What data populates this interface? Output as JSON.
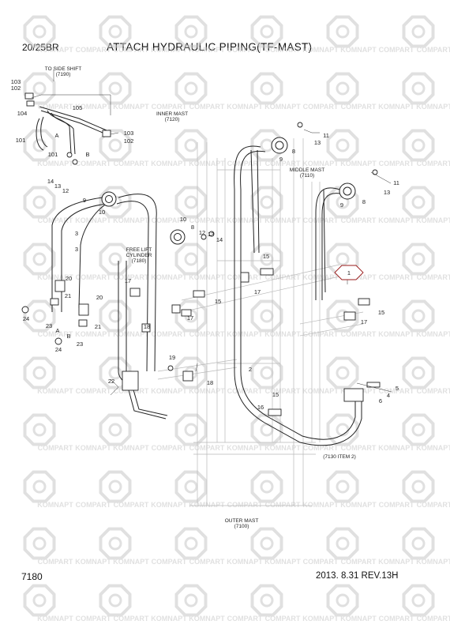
{
  "header": {
    "model": "20/25BR",
    "title": "ATTACH HYDRAULIC PIPING(TF-MAST)"
  },
  "footer": {
    "page_number": "7180",
    "revision": "2013. 8.31  REV.13H"
  },
  "watermark": {
    "texts": [
      "KOMNAPT",
      "COMPART"
    ],
    "color": "#c8c8c8"
  },
  "references": {
    "side_shift": [
      "TO SIDE SHIFT",
      "(7190)"
    ],
    "inner_mast": [
      "INNER MAST",
      "(7120)"
    ],
    "middle_mast": [
      "MIDDLE MAST",
      "(7110)"
    ],
    "free_lift": [
      "FREE LIFT",
      "CYLINDER",
      "(7180)"
    ],
    "outer_mast": [
      "OUTER MAST",
      "(7100)"
    ],
    "item2_ref": "(7130 ITEM 2)"
  },
  "callouts": {
    "c103a": "103",
    "c102a": "102",
    "c105": "105",
    "c104": "104",
    "cA1": "A",
    "c101a": "101",
    "c101b": "101",
    "cB1": "B",
    "c103b": "103",
    "c102b": "102",
    "c9a": "9",
    "c8a": "8",
    "c13a": "13",
    "c11a": "11",
    "c14a": "14",
    "c13b": "13",
    "c12a": "12",
    "c9b": "9",
    "c10a": "10",
    "c10b": "10",
    "c8b": "8",
    "c12b": "12",
    "c13c": "13",
    "c14b": "14",
    "c9c": "9",
    "c8c": "8",
    "c13d": "13",
    "c12c": "12",
    "c11b": "11",
    "c3a": "3",
    "c3b": "3",
    "c15a": "15",
    "c17a": "17",
    "c1": "1",
    "c20a": "20",
    "c21a": "21",
    "c24a": "24",
    "c20b": "20",
    "c21b": "21",
    "c23a": "23",
    "cA2": "A",
    "c24b": "24",
    "cB2": "B",
    "c23b": "23",
    "c17b": "17",
    "c15b": "15",
    "c17c": "17",
    "c15c": "15",
    "c17d": "17",
    "c18a": "18",
    "c19": "19",
    "c18b": "18",
    "c22": "22",
    "c2": "2",
    "c5": "5",
    "c4": "4",
    "c6": "6",
    "c15d": "15",
    "c16": "16"
  }
}
